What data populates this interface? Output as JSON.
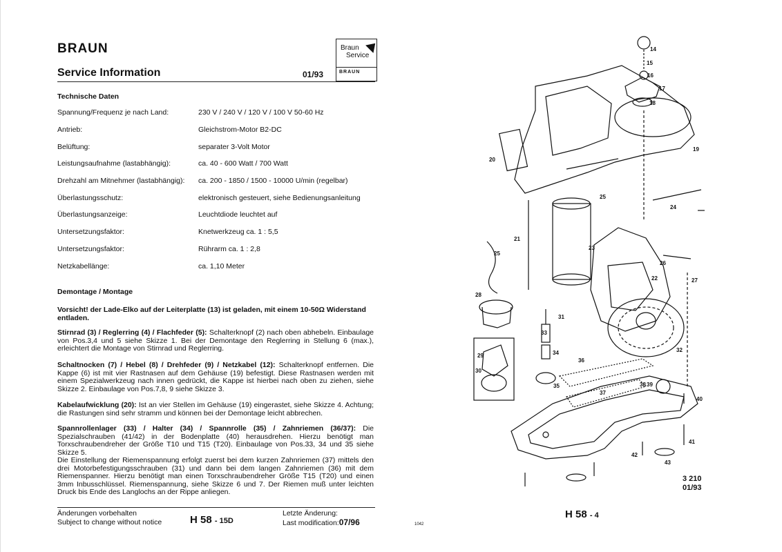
{
  "header": {
    "brand": "BRAUN",
    "title": "Service Information",
    "date": "01/93",
    "badge_line1": "Braun",
    "badge_line2": "Service",
    "badge_brand": "BRAUN"
  },
  "specs": {
    "heading": "Technische Daten",
    "rows": [
      {
        "label": "Spannung/Frequenz je nach Land:",
        "value": "230 V / 240 V / 120 V / 100 V   50-60 Hz"
      },
      {
        "label": "Antrieb:",
        "value": "Gleichstrom-Motor B2-DC"
      },
      {
        "label": "Belüftung:",
        "value": "separater 3-Volt Motor"
      },
      {
        "label": "Leistungsaufnahme (lastabhängig):",
        "value": "ca. 40 - 600 Watt / 700 Watt"
      },
      {
        "label": "Drehzahl am Mitnehmer (lastabhängig):",
        "value": "ca. 200 - 1850 / 1500 - 10000 U/min (regelbar)"
      },
      {
        "label": "Überlastungsschutz:",
        "value": "elektronisch gesteuert, siehe Bedienungsanleitung"
      },
      {
        "label": "Überlastungsanzeige:",
        "value": "Leuchtdiode leuchtet auf"
      },
      {
        "label": "Untersetzungsfaktor:",
        "value": "Knetwerkzeug ca. 1 : 5,5"
      },
      {
        "label": "Untersetzungsfaktor:",
        "value": "Rührarm ca. 1 : 2,8"
      },
      {
        "label": "Netzkabellänge:",
        "value": "ca. 1,10 Meter"
      }
    ]
  },
  "assembly": {
    "heading": "Demontage / Montage",
    "warning": "Vorsicht! der Lade-Elko auf der Leiterplatte (13) ist geladen, mit einem 10-50Ω Widerstand entladen.",
    "paragraphs": [
      {
        "bold": "Stirnrad (3) / Reglerring (4) / Flachfeder (5):",
        "text": " Schalterknopf (2) nach oben abhebeln. Einbaulage von Pos.3,4 und 5 siehe Skizze 1. Bei der Demontage den Reglerring in Stellung 6 (max.), erleichtert die Montage von Stirnrad und Reglerring."
      },
      {
        "bold": "Schaltnocken (7) / Hebel (8) / Drehfeder (9) / Netzkabel (12):",
        "text": " Schalterknopf entfernen. Die Kappe (6) ist mit vier Rastnasen auf dem Gehäuse (19) befestigt. Diese Rastnasen werden mit einem Spezialwerkzeug nach innen gedrückt, die Kappe ist hierbei nach oben zu ziehen, siehe Skizze 2. Einbaulage von Pos.7,8, 9 siehe Skizze 3."
      },
      {
        "bold": "Kabelaufwicklung (20):",
        "text": " Ist an vier Stellen im Gehäuse (19) eingerastet, siehe Skizze 4. Achtung; die Rastungen sind sehr stramm und können bei der Demontage leicht abbrechen."
      },
      {
        "bold": "Spannrollenlager (33) / Halter (34) / Spannrolle (35) / Zahnriemen (36/37):",
        "text": " Die Spezialschrauben (41/42) in der Bodenplatte (40) herausdrehen. Hierzu benötigt man Torxschraubendreher der Größe T10 und T15 (T20). Einbaulage von Pos.33, 34 und 35 siehe Skizze 5."
      },
      {
        "bold": "",
        "text": "Die Einstellung der Riemenspannung erfolgt zuerst bei dem kurzen Zahnriemen (37) mittels den drei Motorbefestigungsschrauben (31) und dann bei dem langen Zahnriemen (36) mit dem Riemenspanner. Hierzu benötigt man einen Torxschraubendreher Größe T15 (T20) und einen 3mm Inbusschlüssel. Riemenspannung, siehe Skizze 6 und 7. Der Riemen muß unter leichten Druck bis Ende des Langlochs an der Rippe anliegen."
      }
    ]
  },
  "footer": {
    "changes_de": "Änderungen vorbehalten",
    "changes_en": "Subject to change without notice",
    "code_main": "H 58",
    "code_sub": "- 15D",
    "lastmod_de": "Letzte Änderung:",
    "lastmod_en": "Last modification:",
    "lastmod_value": "07/96"
  },
  "right_page": {
    "code_main": "H 58",
    "code_sub": "- 4",
    "part_no": "3 210",
    "part_date": "01/93",
    "print_mark": "1042",
    "callouts": [
      "14",
      "15",
      "16",
      "17",
      "18",
      "19",
      "20",
      "21",
      "22",
      "23",
      "24",
      "25",
      "25",
      "26",
      "27",
      "28",
      "29",
      "30",
      "31",
      "32",
      "33",
      "34",
      "35",
      "36",
      "37",
      "38",
      "39",
      "40",
      "41",
      "42",
      "43"
    ]
  }
}
